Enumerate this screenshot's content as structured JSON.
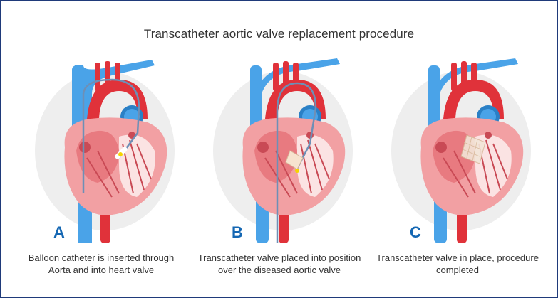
{
  "title": "Transcatheter aortic valve replacement procedure",
  "colors": {
    "frame": "#1f3a7a",
    "letter": "#1467b3",
    "vein_blue": "#4aa3e8",
    "artery_red": "#e0323a",
    "heart_pink": "#f2a0a3",
    "heart_dark": "#c94a55",
    "catheter": "#6e8fb6",
    "balloon_yellow": "#f5d400"
  },
  "panels": [
    {
      "letter": "A",
      "caption_line1": "Balloon catheter is inserted through",
      "caption_line2": "Aorta and into heart valve",
      "stage": "balloon-catheter"
    },
    {
      "letter": "B",
      "caption_line1": "Transcatheter valve placed into position",
      "caption_line2": "over the diseased aortic valve",
      "stage": "valve-positioning"
    },
    {
      "letter": "C",
      "caption_line1": "Transcatheter valve in place, procedure",
      "caption_line2": "completed",
      "stage": "valve-in-place"
    }
  ]
}
